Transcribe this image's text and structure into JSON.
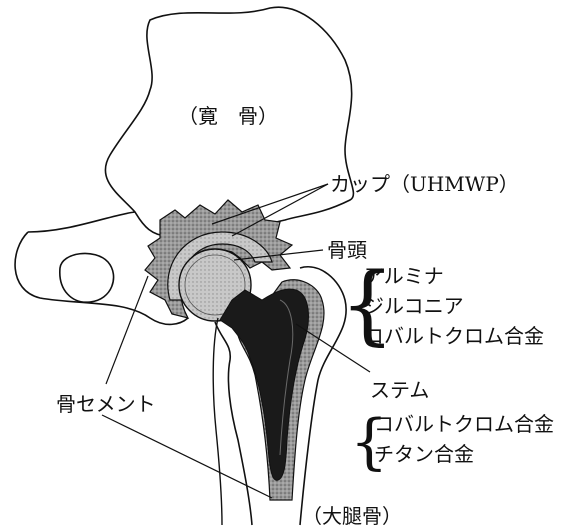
{
  "labels": {
    "hip_bone": "（寛　骨）",
    "cup": "カップ（UHMWP）",
    "head": "骨頭",
    "head_materials": [
      "アルミナ",
      "ジルコニア",
      "コバルトクロム合金"
    ],
    "stem": "ステム",
    "stem_materials": [
      "コバルトクロム合金",
      "チタン合金"
    ],
    "cement": "骨セメント",
    "femur": "（大腿骨）"
  },
  "colors": {
    "ink": "#111111",
    "cement_fill": "#8a8a8a",
    "head_fill": "#c9c9c9",
    "stem_fill": "#1a1a1a",
    "cup_fill": "#b5b5b5"
  }
}
